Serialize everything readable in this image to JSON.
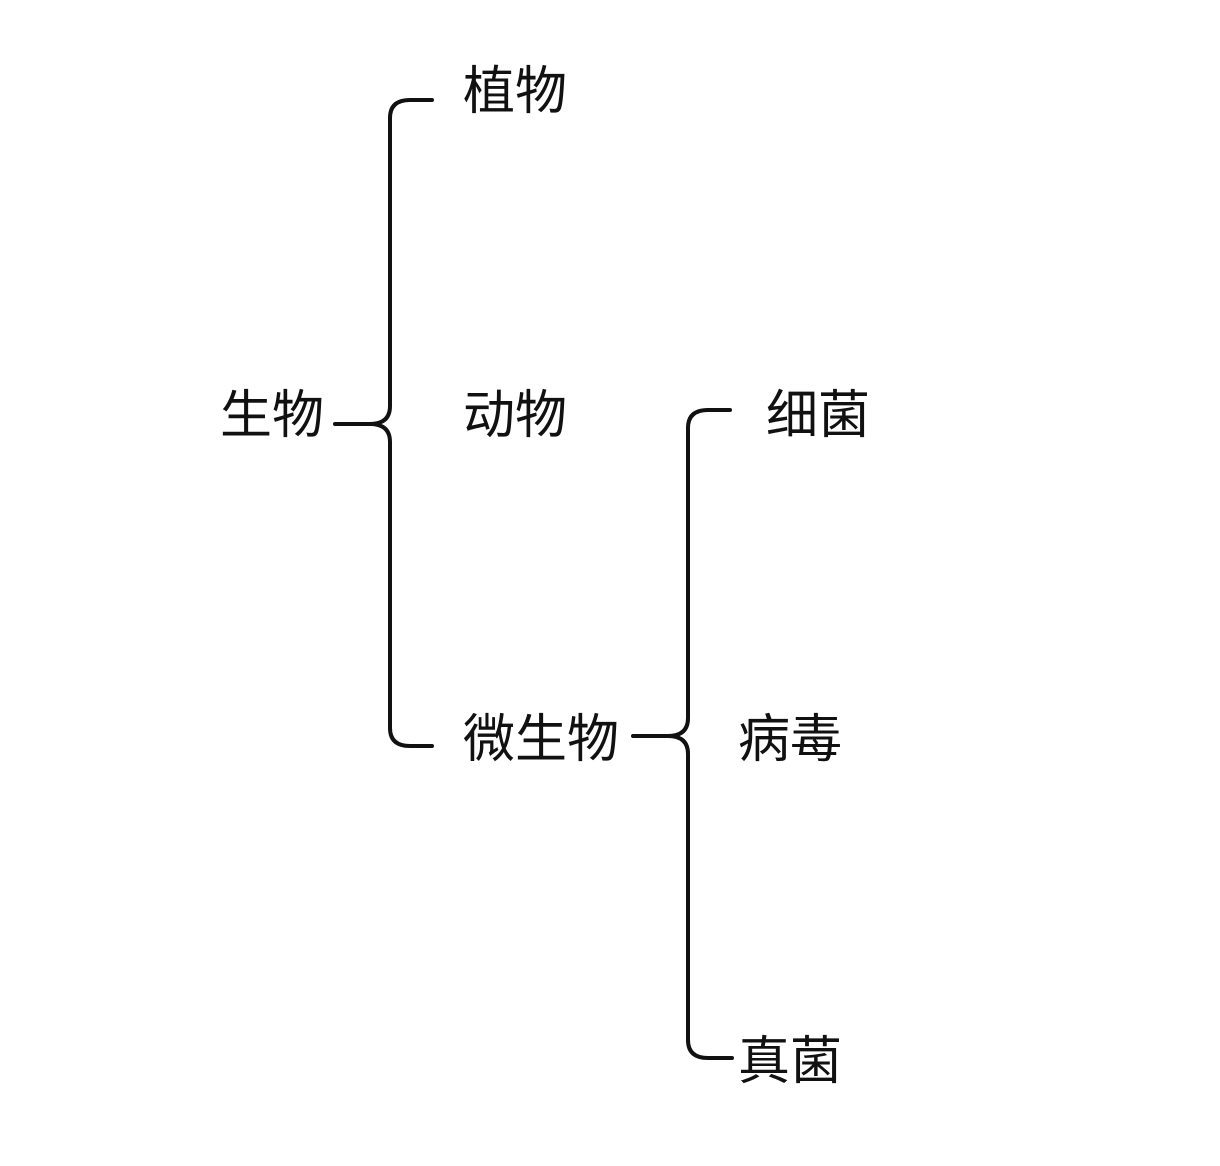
{
  "diagram": {
    "root": "生物",
    "level1": [
      "植物",
      "动物",
      "微生物"
    ],
    "level2": [
      "细菌",
      "病毒",
      "真菌"
    ]
  },
  "colors": {
    "background": "#ffffff",
    "text": "#111111",
    "line": "#111111"
  }
}
